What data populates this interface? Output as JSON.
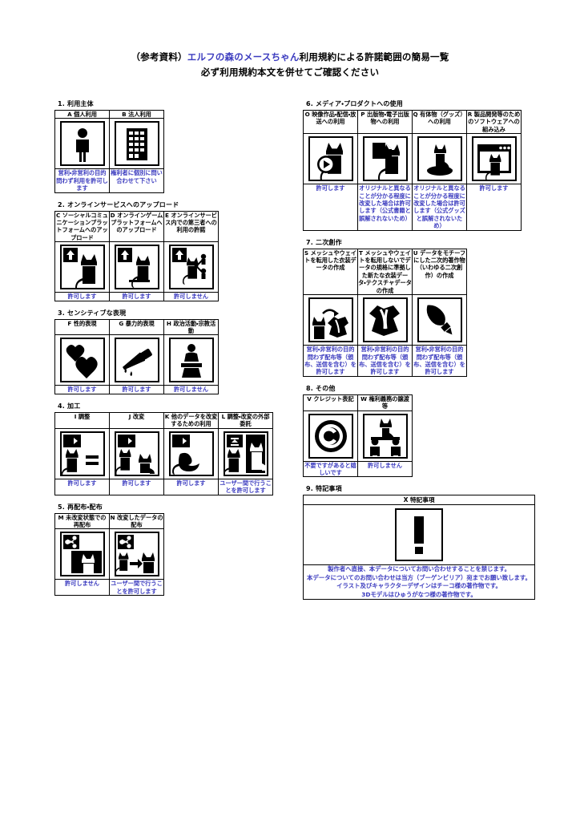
{
  "title": {
    "line1_black_prefix": "（参考資料）",
    "line1_blue": "エルフの森のメースちゃん",
    "line1_black_suffix": "利用規約による許諾範囲の簡易一覧",
    "line2": "必ず利用規約本文を併せてご確認ください"
  },
  "colors": {
    "permission_blue": "#3b3bbf",
    "text_black": "#000000",
    "background": "#ffffff",
    "border": "#000000"
  },
  "sections": [
    {
      "number": "1.",
      "heading": "1. 利用主体",
      "column": "left",
      "cells": [
        {
          "id": "A",
          "caption": "A 個人利用",
          "icon": "person-icon",
          "permission": "営利・非営利の目的問わず利用を許可します"
        },
        {
          "id": "B",
          "caption": "B 法人利用",
          "icon": "building-icon",
          "permission": "権利者に個別に問い合わせて下さい"
        }
      ]
    },
    {
      "number": "2.",
      "heading": "2. オンラインサービスへのアップロード",
      "column": "left",
      "cells": [
        {
          "id": "C",
          "caption": "C ソーシャルコミュニケーションプラットフォームへのアップロード",
          "icon": "upload-cat-icon",
          "permission": "許可します"
        },
        {
          "id": "D",
          "caption": "D オンラインゲームプラットフォームへのアップロード",
          "icon": "upload-monitor-cat-icon",
          "permission": "許可します"
        },
        {
          "id": "E",
          "caption": "E オンラインサービス内での第三者への利用の許諾",
          "icon": "upload-share-cat-icon",
          "permission": "許可しません"
        }
      ]
    },
    {
      "number": "3.",
      "heading": "3. センシティブな表現",
      "column": "left",
      "cells": [
        {
          "id": "F",
          "caption": "F 性的表現",
          "icon": "hearts-icon",
          "permission": "許可します"
        },
        {
          "id": "G",
          "caption": "G 暴力的表現",
          "icon": "knife-icon",
          "permission": "許可します"
        },
        {
          "id": "H",
          "caption": "H 政治活動・宗教活動",
          "icon": "podium-speaker-icon",
          "permission": "許可しません"
        }
      ]
    },
    {
      "number": "4.",
      "heading": "4. 加工",
      "column": "left",
      "cells": [
        {
          "id": "I",
          "caption": "I 調整",
          "icon": "arrow-cat-equals-icon",
          "permission": "許可します"
        },
        {
          "id": "J",
          "caption": "J 改変",
          "icon": "arrow-cat-cat-icon",
          "permission": "許可します"
        },
        {
          "id": "K",
          "caption": "K 他のデータを改変するための利用",
          "icon": "arrow-cat-other-icon",
          "permission": "許可します"
        },
        {
          "id": "L",
          "caption": "L 調整・改変の外部委託",
          "icon": "arrow-cat-outsource-icon",
          "permission": "ユーザー間で行うことを許可します"
        }
      ]
    },
    {
      "number": "5.",
      "heading": "5. 再配布・配布",
      "column": "left",
      "cells": [
        {
          "id": "M",
          "caption": "M 未改変状態での再配布",
          "icon": "share-cat-icon",
          "permission": "許可しません"
        },
        {
          "id": "N",
          "caption": "N 改変したデータの配布",
          "icon": "share-modified-cat-icon",
          "permission": "ユーザー間で行うことを許可します"
        }
      ]
    },
    {
      "number": "6.",
      "heading": "6. メディア・プロダクトへの使用",
      "column": "right",
      "cells": [
        {
          "id": "O",
          "caption": "O 映像作品・配信・放送への利用",
          "icon": "play-cat-icon",
          "permission": "許可します"
        },
        {
          "id": "P",
          "caption": "P 出版物・電子出版物への利用",
          "icon": "document-cat-icon",
          "permission": "オリジナルと異なることが分かる程度に改変した場合は許可します（公式書籍と誤解されないため）"
        },
        {
          "id": "Q",
          "caption": "Q 有体物（グッズ）への利用",
          "icon": "figurine-cat-icon",
          "permission": "オリジナルと異なることが分かる程度に改変した場合は許可します（公式グッズと誤解されないため）"
        },
        {
          "id": "R",
          "caption": "R 製品開発等のためのソフトウェアへの組み込み",
          "icon": "window-cat-icon",
          "permission": "許可します"
        }
      ]
    },
    {
      "number": "7.",
      "heading": "7. 二次創作",
      "column": "right",
      "cells": [
        {
          "id": "S",
          "caption": "S メッシュやウェイトを転用した衣装データの作成",
          "icon": "cat-clothing-icon",
          "permission": "営利・非営利の目的問わず配布等（頒布、送信を含む）を許可します"
        },
        {
          "id": "T",
          "caption": "T メッシュやウェイトを転用しないでデータの規格に準拠した新たな衣装データ・テクスチャデータの作成",
          "icon": "clothing-data-icon",
          "permission": "営利・非営利の目的問わず配布等（頒布、送信を含む）を許可します"
        },
        {
          "id": "U",
          "caption": "U データをモチーフにした二次的著作物（いわゆる二次創作）の作成",
          "icon": "paintbrush-icon",
          "permission": "営利・非営利の目的問わず配布等（頒布、送信を含む）を許可します"
        }
      ]
    },
    {
      "number": "8.",
      "heading": "8. その他",
      "column": "right",
      "cells": [
        {
          "id": "V",
          "caption": "V クレジット表記",
          "icon": "copyright-icon",
          "permission": "不要ですがあると嬉しいです"
        },
        {
          "id": "W",
          "caption": "W 権利義務の譲渡等",
          "icon": "transfer-cat-icon",
          "permission": "許可しません"
        }
      ]
    }
  ],
  "notes_section": {
    "heading": "9. 特記事項",
    "header": "X 特記事項",
    "icon": "exclamation-icon",
    "lines": [
      "製作者へ直接、本データについてお問い合わせすることを禁じます。",
      "本データについてのお問い合わせは当方（ブーゲンビリア）宛までお願い致します。",
      "イラスト及びキャラクターデザインはチーコ様の著作物です。",
      "3Dモデルはひゅうがなつ様の著作物です。"
    ]
  }
}
